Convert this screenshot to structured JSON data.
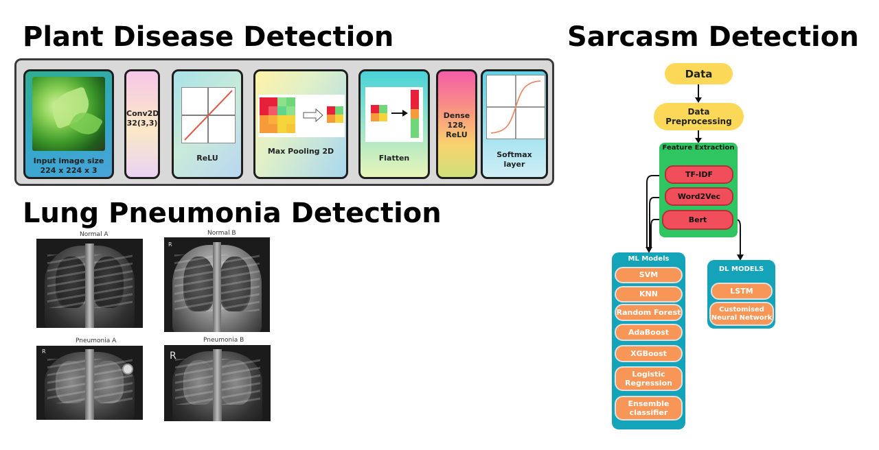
{
  "titles": {
    "plant": "Plant Disease Detection",
    "lung": "Lung Pneumonia Detection",
    "sarcasm": "Sarcasm Detection"
  },
  "cnn": {
    "input_label": "Input image size\n224 x 224 x 3",
    "conv_label": "Conv2D\n32(3,3)",
    "relu_label": "ReLU",
    "pool_label": "Max Pooling 2D",
    "flatten_label": "Flatten",
    "dense_label": "Dense\n128, ReLU",
    "softmax_label": "Softmax\nlayer"
  },
  "xray": {
    "normal_a": "Normal  A",
    "normal_b": "Normal  B",
    "pneumonia_a": "Pneumonia  A",
    "pneumonia_b": "Pneumonia  B",
    "side_mark": "R"
  },
  "sarcasm": {
    "data": "Data",
    "preprocessing": "Data Preprocessing",
    "feature_extraction": "Feature Extraction",
    "features": [
      "TF-IDF",
      "Word2Vec",
      "Bert"
    ],
    "ml_title": "ML Models",
    "ml_models": [
      "SVM",
      "KNN",
      "Random Forest",
      "AdaBoost",
      "XGBoost",
      "Logistic\nRegression",
      "Ensemble\nclassifier"
    ],
    "dl_title": "DL MODELS",
    "dl_models": [
      "LSTM",
      "Customised\nNeural Network"
    ]
  },
  "colors": {
    "yellow": "#fbd858",
    "green": "#2fc560",
    "red": "#f04e5a",
    "teal": "#14a3b9",
    "orange": "#f79657"
  }
}
